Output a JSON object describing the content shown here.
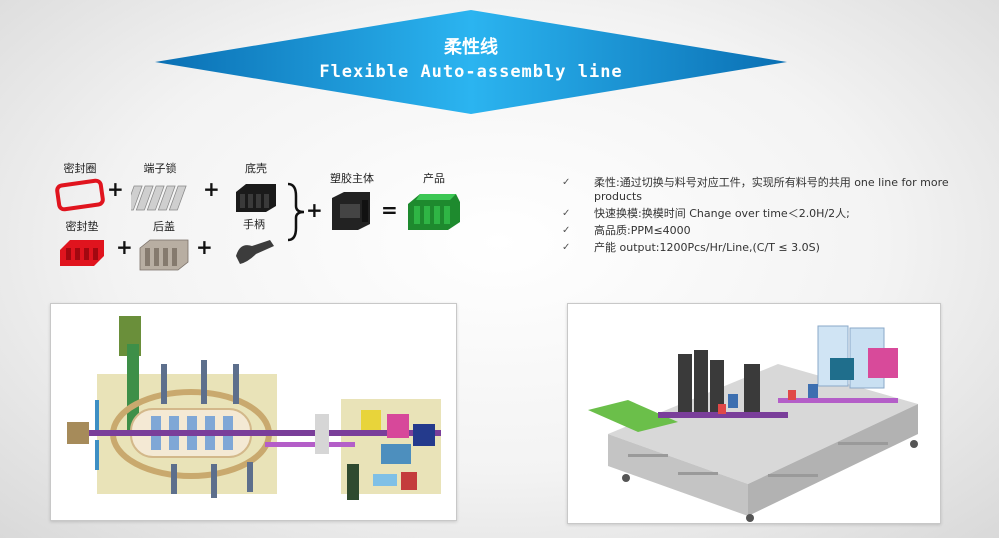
{
  "banner": {
    "title_cn": "柔性线",
    "title_en": "Flexible Auto-assembly line",
    "gradient": [
      "#0a6fb3",
      "#29b6f6",
      "#0a6fb3"
    ]
  },
  "parts": {
    "seal_ring": "密封圈",
    "terminal_lock": "端子锁",
    "bottom_shell": "底壳",
    "seal_pad": "密封垫",
    "rear_cover": "后盖",
    "handle": "手柄",
    "plastic_body": "塑胶主体",
    "product": "产品"
  },
  "operators": {
    "plus": "+",
    "equals": "="
  },
  "features": [
    "柔性:通过切换与料号对应工件，实现所有料号的共用 one line for more products",
    "快速换模:换模时间 Change over time＜2.0H/2人;",
    "高品质:PPM≤4000",
    "产能 output:1200Pcs/Hr/Line,(C/T ≤ 3.0S)"
  ],
  "feature_check": "✓",
  "colors": {
    "red": "#e0141e",
    "green": "#1e8a2e",
    "dark": "#1a1a1a"
  }
}
